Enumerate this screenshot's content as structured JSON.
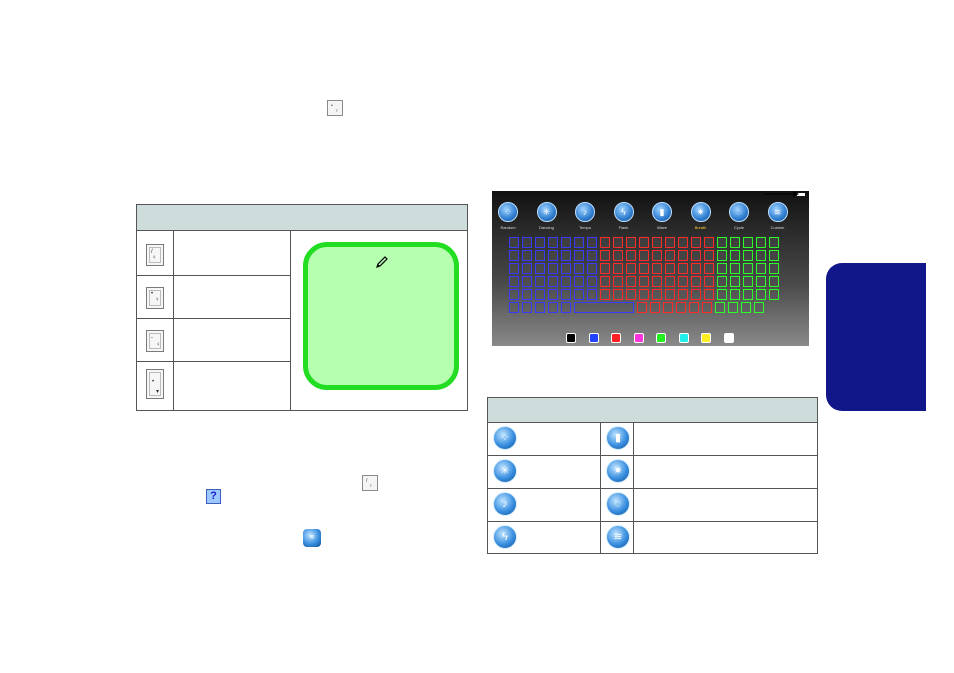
{
  "icons": {
    "top_inline": "lightbulb-key-icon",
    "mid_inline": "light-mode-icon",
    "help": "help-icon",
    "custom": "custom-mode-icon",
    "pencil": "pencil-icon"
  },
  "help_button": {
    "label": "?"
  },
  "left_table": {
    "modes": [
      {
        "icon": "single-light-icon"
      },
      {
        "icon": "key-light-icon"
      },
      {
        "icon": "small-light-icon"
      },
      {
        "icon": "tall-light-icon"
      }
    ],
    "note_icon": "pencil-icon"
  },
  "keyboard_app": {
    "modes": [
      "Random",
      "Dancing",
      "Tempo",
      "Flash",
      "Wave",
      "Breath",
      "Cycle",
      "Custom"
    ],
    "highlighted_mode": "Breath",
    "zone_colors": {
      "left": "#3a3aff",
      "center": "#ff2a2a",
      "right": "#2aff2a"
    },
    "swatches": [
      "#000000",
      "#2244ff",
      "#ff2222",
      "#ff33dd",
      "#22ee22",
      "#22eeee",
      "#ffee22",
      "#ffffff"
    ]
  },
  "right_table": {
    "rows": [
      {
        "left_icon": "random-icon",
        "right_icon": "wave-icon"
      },
      {
        "left_icon": "dancing-icon",
        "right_icon": "breath-icon"
      },
      {
        "left_icon": "tempo-icon",
        "right_icon": "cycle-icon"
      },
      {
        "left_icon": "flash-icon",
        "right_icon": "custom-icon"
      }
    ]
  },
  "colors": {
    "tab": "#111688",
    "note_fill": "#b6ffb0",
    "note_border": "#22dd22",
    "table_header": "#cfdcdc"
  }
}
